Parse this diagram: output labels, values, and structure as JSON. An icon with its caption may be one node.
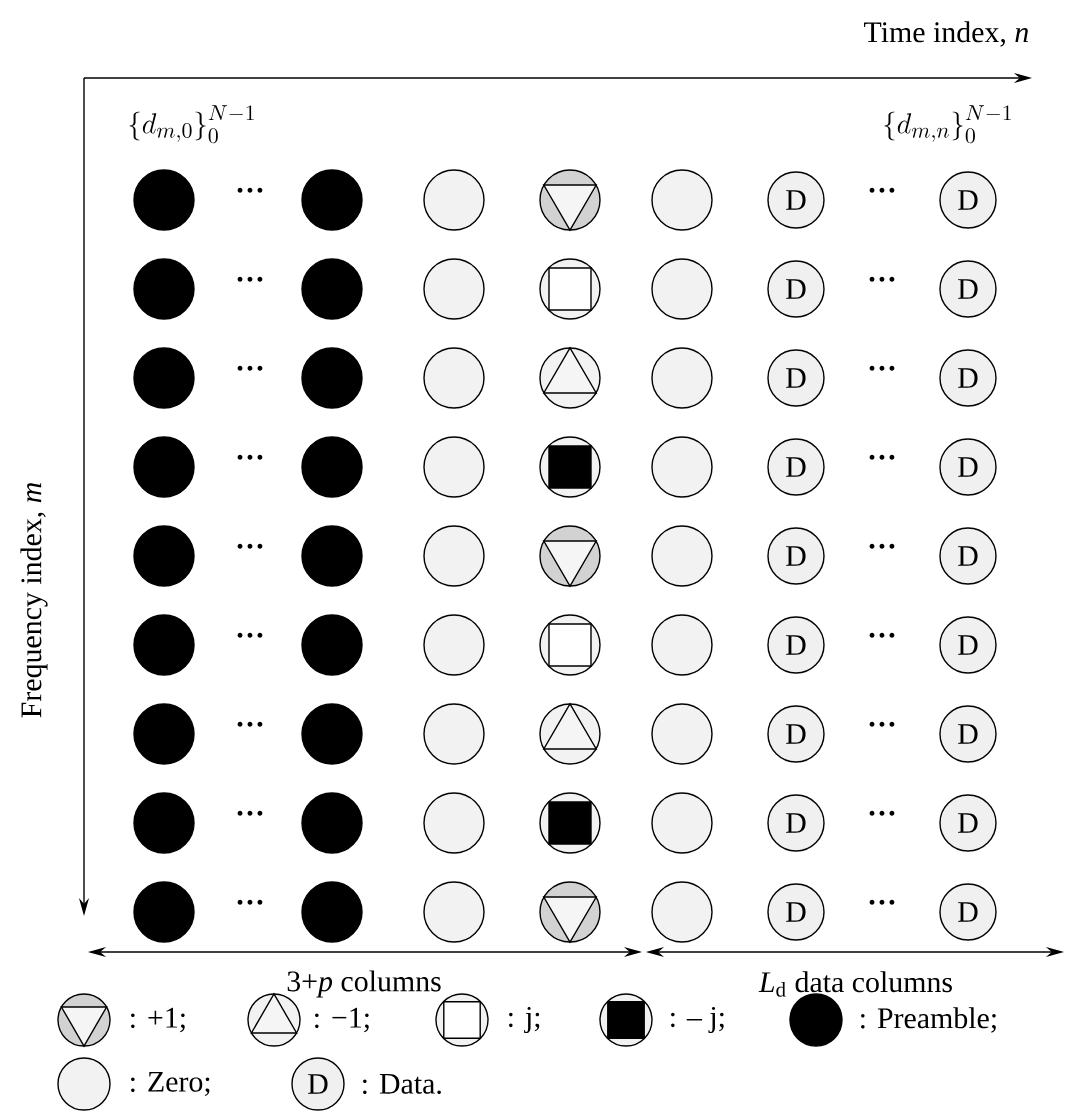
{
  "diagram": {
    "nodes": [
      {
        "text": [],
        "shape": "circle"
      },
      {
        "text": [],
        "shape": "circle"
      },
      {
        "text": [],
        "shape": "circle"
      },
      {
        "text": [],
        "shape": "circle"
      },
      {
        "text": [],
        "shape": "circle"
      },
      {
        "text": [
          "D"
        ]
      },
      {
        "text": [
          "D"
        ]
      },
      {
        "text": [],
        "shape": "circle"
      },
      {
        "text": [],
        "shape": "circle"
      },
      {
        "text": [],
        "shape": "circle"
      },
      {
        "text": [],
        "shape": "circle"
      },
      {
        "text": [],
        "shape": "circle"
      },
      {
        "text": [
          "D"
        ]
      },
      {
        "text": [
          "D"
        ]
      },
      {
        "text": [],
        "shape": "circle"
      },
      {
        "text": [],
        "shape": "circle"
      },
      {
        "text": [],
        "shape": "circle"
      },
      {
        "text": [],
        "shape": "circle"
      },
      {
        "text": [],
        "shape": "circle"
      },
      {
        "text": [
          "D"
        ]
      },
      {
        "text": [
          "D"
        ]
      },
      {
        "text": [],
        "shape": "circle"
      },
      {
        "text": [],
        "shape": "circle"
      },
      {
        "text": [],
        "shape": "circle"
      },
      {
        "text": [],
        "shape": "circle"
      },
      {
        "text": [],
        "shape": "circle"
      },
      {
        "text": [
          "D"
        ]
      },
      {
        "text": [
          "D"
        ]
      },
      {
        "text": [],
        "shape": "circle"
      },
      {
        "text": [],
        "shape": "circle"
      },
      {
        "text": [],
        "shape": "circle"
      },
      {
        "text": [],
        "shape": "circle"
      },
      {
        "text": [],
        "shape": "circle"
      },
      {
        "text": [
          "D"
        ]
      },
      {
        "text": [
          "D"
        ]
      },
      {
        "text": [],
        "shape": "circle"
      },
      {
        "text": [],
        "shape": "circle"
      },
      {
        "text": [],
        "shape": "circle"
      },
      {
        "text": [],
        "shape": "circle"
      },
      {
        "text": [],
        "shape": "circle"
      },
      {
        "text": [
          "D"
        ]
      },
      {
        "text": [
          "D"
        ]
      },
      {
        "text": [],
        "shape": "circle"
      },
      {
        "text": [],
        "shape": "circle"
      },
      {
        "text": [],
        "shape": "circle"
      },
      {
        "text": [],
        "shape": "circle"
      },
      {
        "text": [],
        "shape": "circle"
      },
      {
        "text": [
          "D"
        ]
      },
      {
        "text": [
          "D"
        ]
      },
      {
        "text": [],
        "shape": "circle"
      },
      {
        "text": [],
        "shape": "circle"
      },
      {
        "text": [],
        "shape": "circle"
      },
      {
        "text": [],
        "shape": "circle"
      },
      {
        "text": [],
        "shape": "circle"
      },
      {
        "text": [
          "D"
        ]
      },
      {
        "text": [
          "D"
        ]
      },
      {
        "text": [],
        "shape": "circle"
      },
      {
        "text": [],
        "shape": "circle"
      },
      {
        "text": [],
        "shape": "circle"
      },
      {
        "text": [],
        "shape": "circle"
      },
      {
        "text": [],
        "shape": "circle"
      },
      {
        "text": [
          "D"
        ]
      },
      {
        "text": [
          "D"
        ]
      }
    ],
    "labels": [
      "Time index, *n*",
      "Frequency index, *m*",
      "\\left\\{d_{m,0}\\right\\}_0^{N-1}",
      "\\left\\{d_{m,n}\\right\\}_0^{N-1}",
      "···",
      "···",
      "···",
      "···",
      "···",
      "···",
      "···",
      "···",
      "···",
      "···",
      "···",
      "···",
      "···",
      "···",
      "···",
      "···",
      "···",
      "···",
      "3+*p*  columns",
      "*L*$_{d}$ data columns",
      "D"
    ],
    "legend": [
      {
        "text": ": +1;"
      },
      {
        "text": ": −1;"
      },
      {
        "text": ": j;"
      },
      {
        "text": ": – j;"
      },
      {
        "text": ": Preamble;"
      },
      {
        "text": ": Zero;"
      },
      {
        "text": ": Data."
      }
    ]
  }
}
